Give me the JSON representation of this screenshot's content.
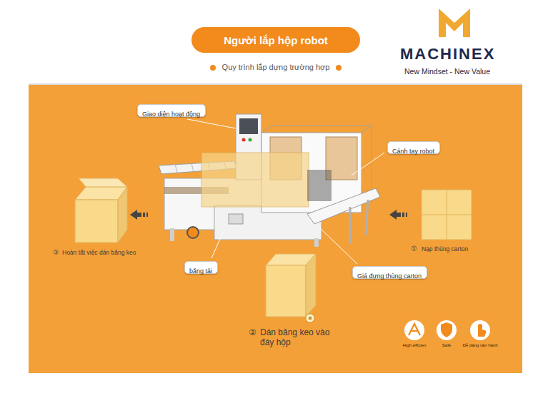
{
  "diagram": {
    "title": "Người lắp hộp robot",
    "nodes": [
      {
        "text": [
          "Giao diện hoạt động"
        ]
      },
      {
        "text": [
          "Cánh tay robot"
        ]
      },
      {
        "text": [
          "băng tải"
        ]
      },
      {
        "text": [
          "Giá đựng thùng carton"
        ]
      }
    ],
    "labels": [
      "Quy trình lắp dựng trường hợp",
      "MACHINEX",
      "New Mindset - New Value",
      "①",
      "Nạp thùng carton",
      "②",
      "Dán băng keo vào đáy hộp",
      "③",
      "Hoàn tất việc dán băng keo",
      "High efficien",
      "Safe",
      "Dễ dàng vận hành"
    ]
  }
}
